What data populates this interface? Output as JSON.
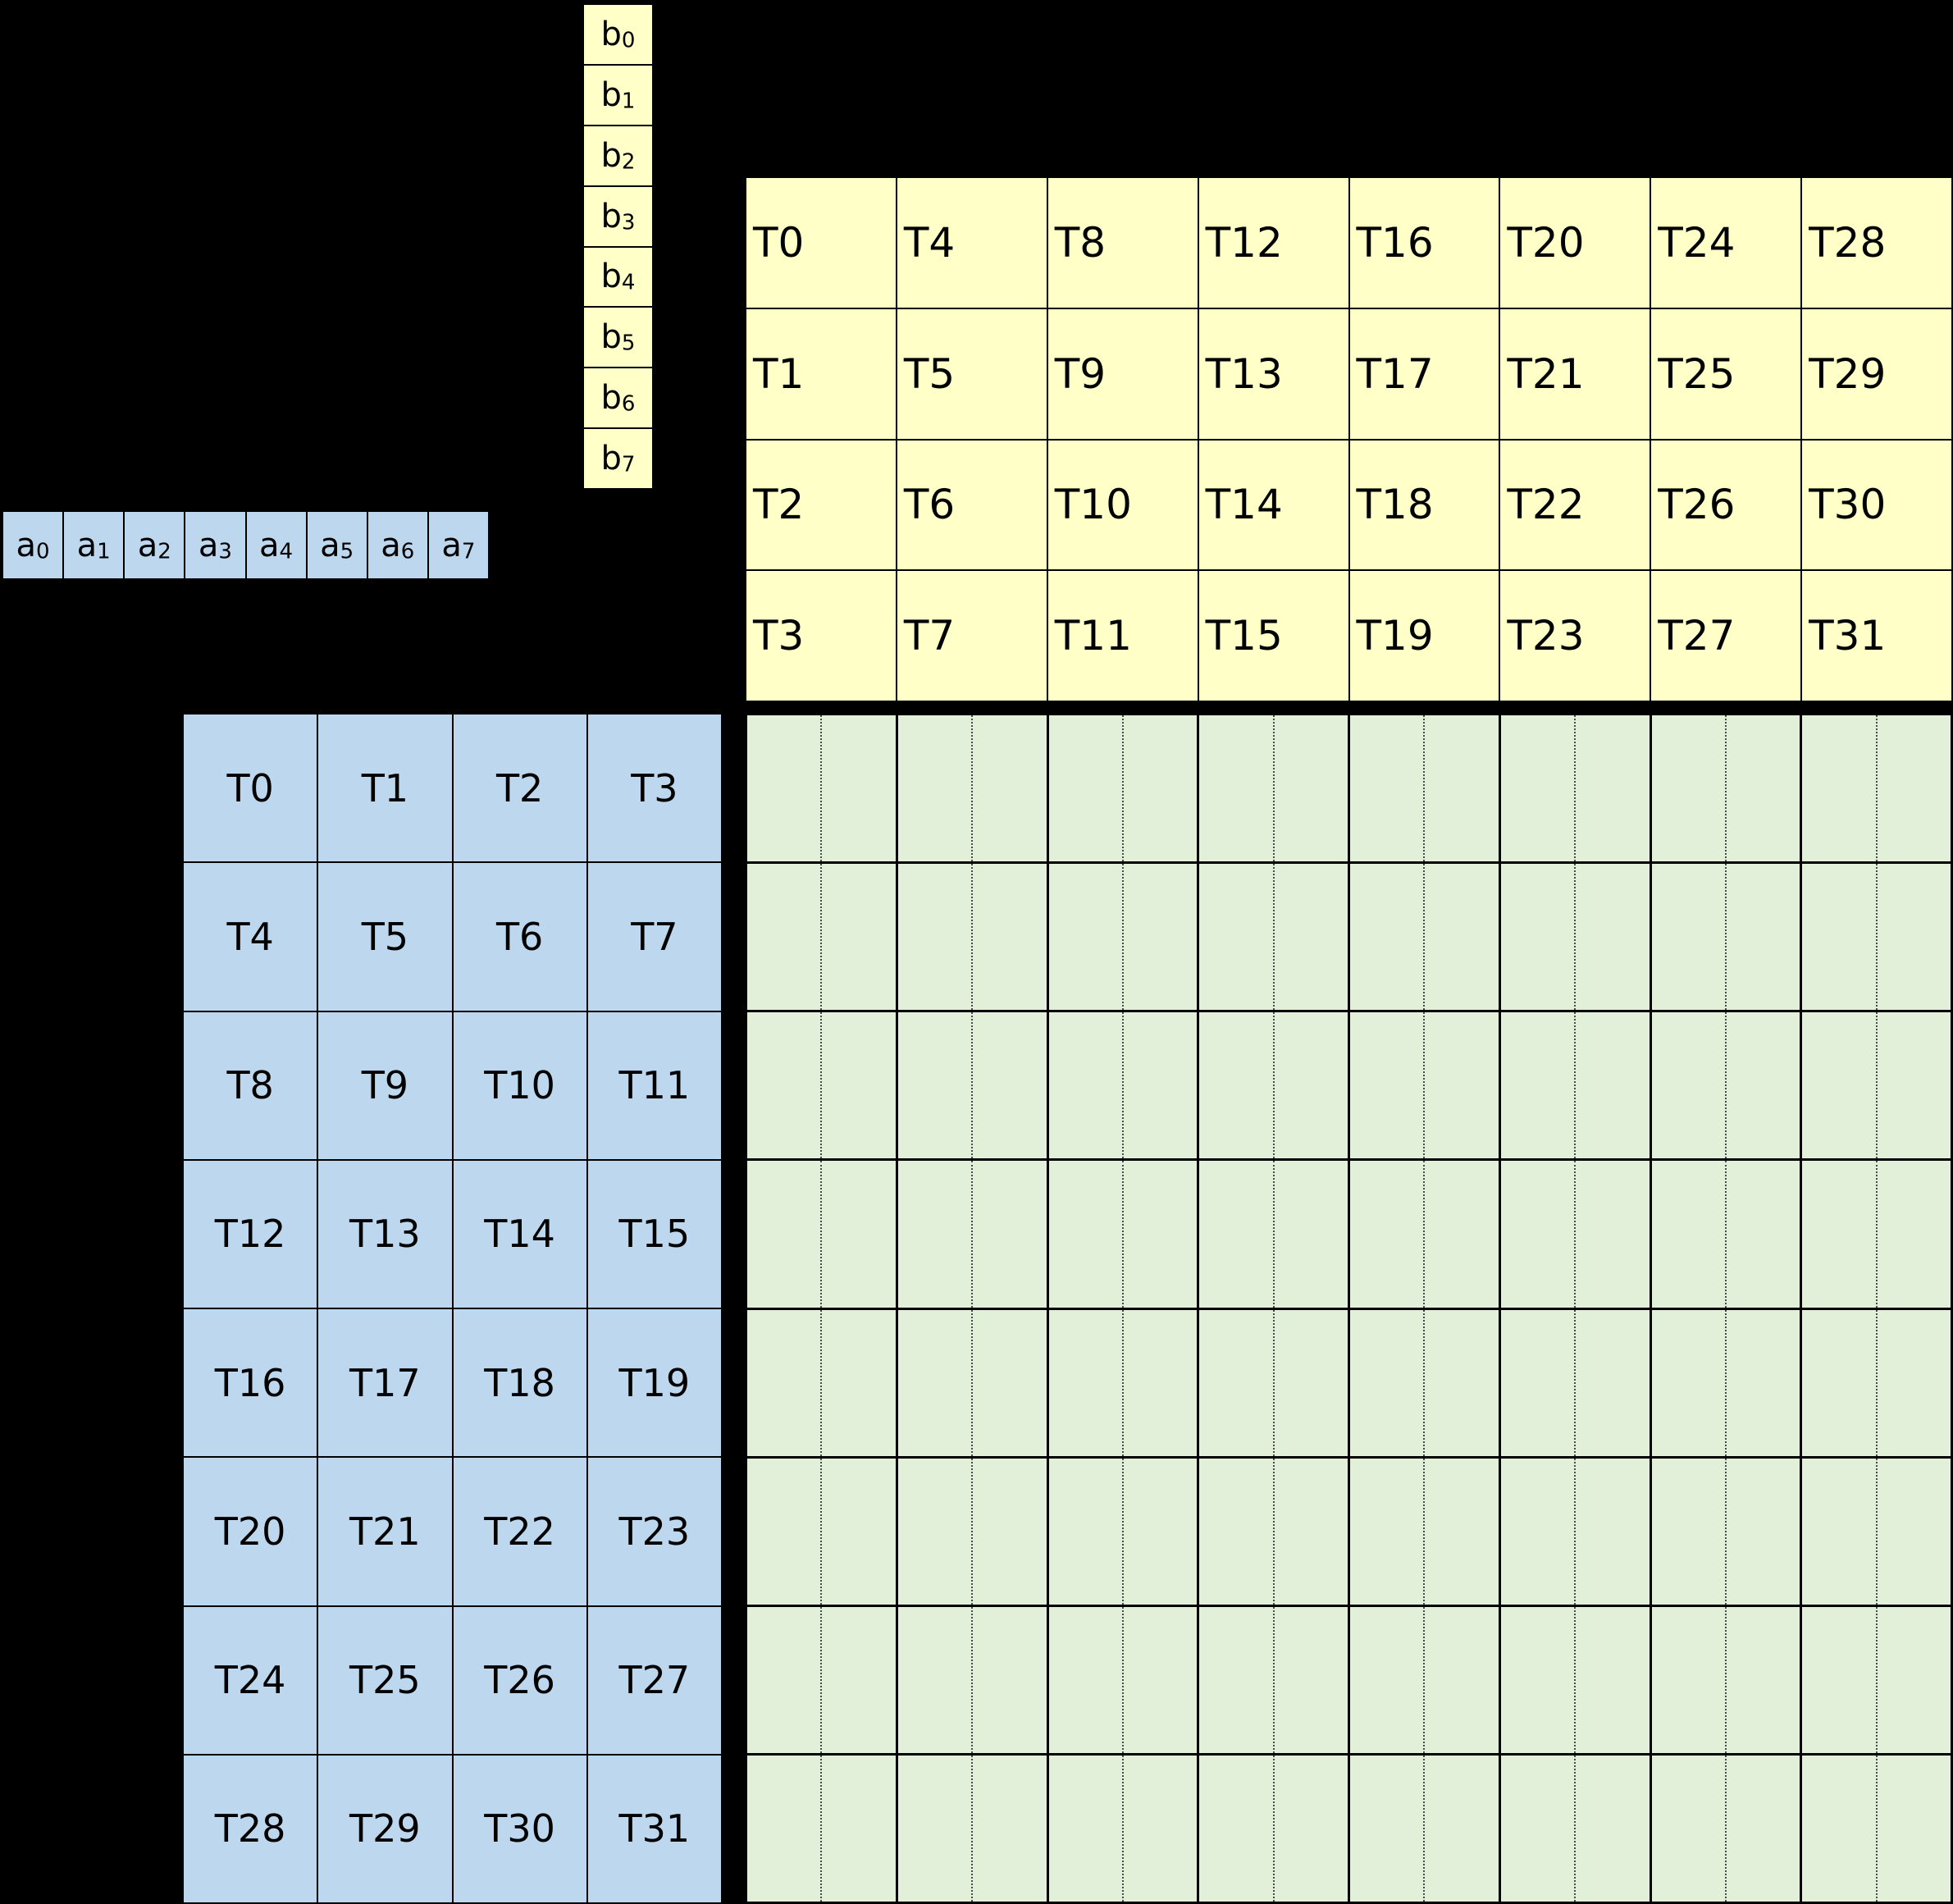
{
  "colors": {
    "yellow": "#FFFFC8",
    "blue": "#BDD7EE",
    "green": "#E2F0D9",
    "background": "#000000",
    "border": "#000000"
  },
  "b_vector": {
    "cells": [
      {
        "base": "b",
        "sub": "0"
      },
      {
        "base": "b",
        "sub": "1"
      },
      {
        "base": "b",
        "sub": "2"
      },
      {
        "base": "b",
        "sub": "3"
      },
      {
        "base": "b",
        "sub": "4"
      },
      {
        "base": "b",
        "sub": "5"
      },
      {
        "base": "b",
        "sub": "6"
      },
      {
        "base": "b",
        "sub": "7"
      }
    ]
  },
  "a_vector": {
    "cells": [
      {
        "base": "a",
        "sub": "0"
      },
      {
        "base": "a",
        "sub": "1"
      },
      {
        "base": "a",
        "sub": "2"
      },
      {
        "base": "a",
        "sub": "3"
      },
      {
        "base": "a",
        "sub": "4"
      },
      {
        "base": "a",
        "sub": "5"
      },
      {
        "base": "a",
        "sub": "6"
      },
      {
        "base": "a",
        "sub": "7"
      }
    ]
  },
  "yellow_thread_grid": {
    "rows": [
      [
        "T0",
        "T4",
        "T8",
        "T12",
        "T16",
        "T20",
        "T24",
        "T28"
      ],
      [
        "T1",
        "T5",
        "T9",
        "T13",
        "T17",
        "T21",
        "T25",
        "T29"
      ],
      [
        "T2",
        "T6",
        "T10",
        "T14",
        "T18",
        "T22",
        "T26",
        "T30"
      ],
      [
        "T3",
        "T7",
        "T11",
        "T15",
        "T19",
        "T23",
        "T27",
        "T31"
      ]
    ]
  },
  "blue_thread_grid": {
    "rows": [
      [
        "T0",
        "T1",
        "T2",
        "T3"
      ],
      [
        "T4",
        "T5",
        "T6",
        "T7"
      ],
      [
        "T8",
        "T9",
        "T10",
        "T11"
      ],
      [
        "T12",
        "T13",
        "T14",
        "T15"
      ],
      [
        "T16",
        "T17",
        "T18",
        "T19"
      ],
      [
        "T20",
        "T21",
        "T22",
        "T23"
      ],
      [
        "T24",
        "T25",
        "T26",
        "T27"
      ],
      [
        "T28",
        "T29",
        "T30",
        "T31"
      ]
    ]
  },
  "green_result_grid": {
    "rows": 8,
    "cols": 8,
    "subdivisions_per_col": 2
  }
}
